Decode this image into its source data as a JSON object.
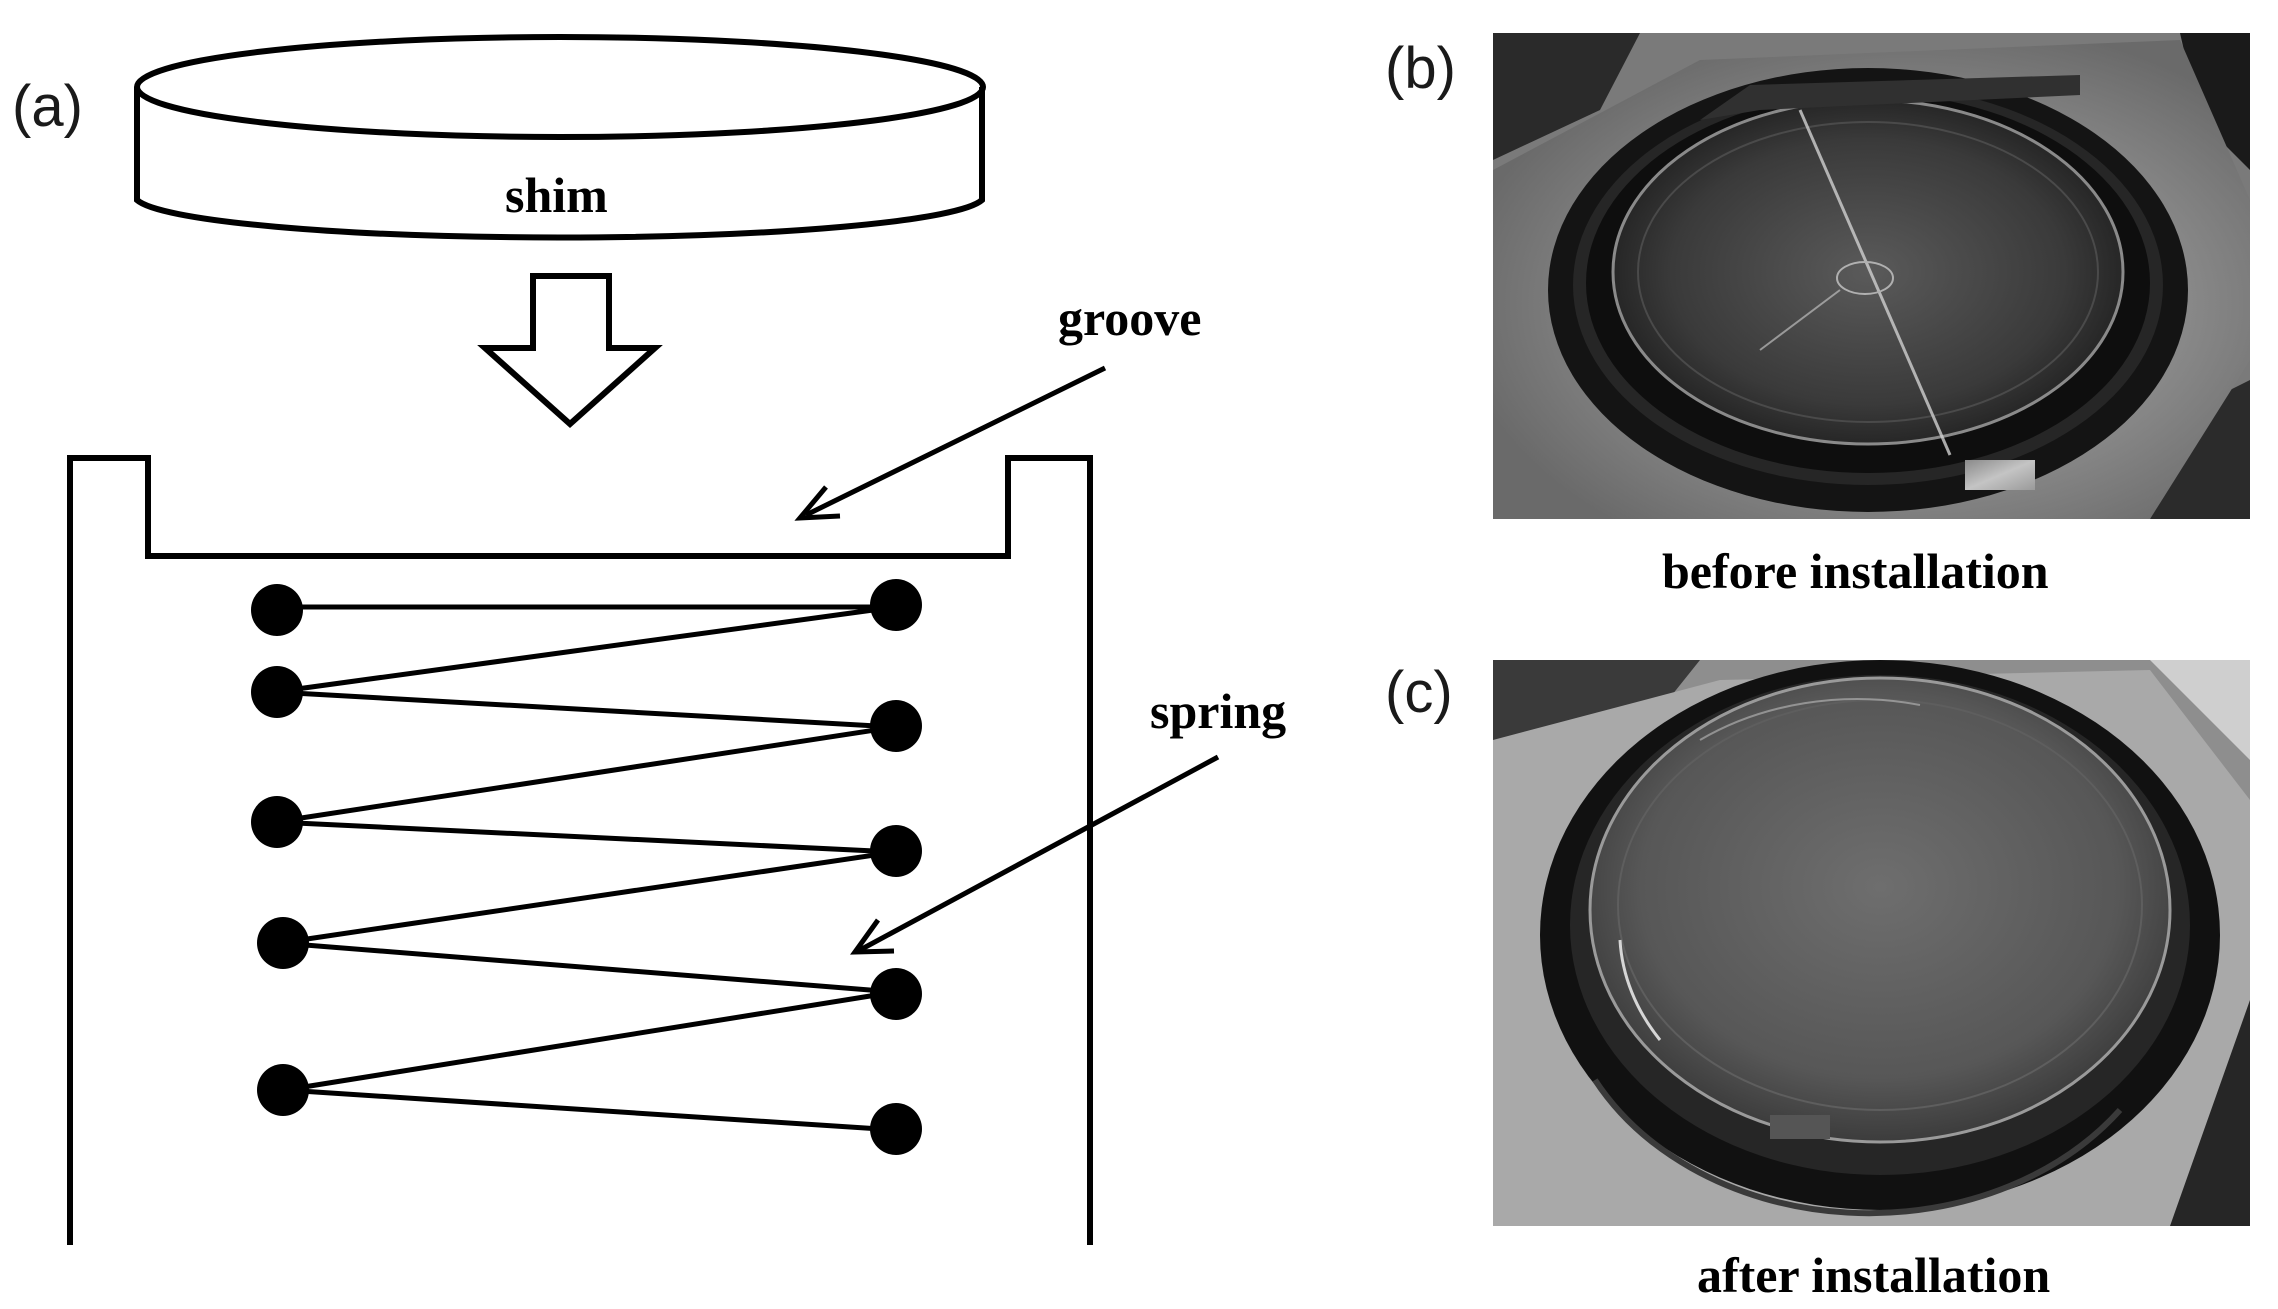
{
  "panels": {
    "a": {
      "tag": "(a)"
    },
    "b": {
      "tag": "(b)",
      "caption": "before installation"
    },
    "c": {
      "tag": "(c)",
      "caption": "after installation"
    }
  },
  "labels": {
    "shim": "shim",
    "groove": "groove",
    "spring": "spring"
  }
}
